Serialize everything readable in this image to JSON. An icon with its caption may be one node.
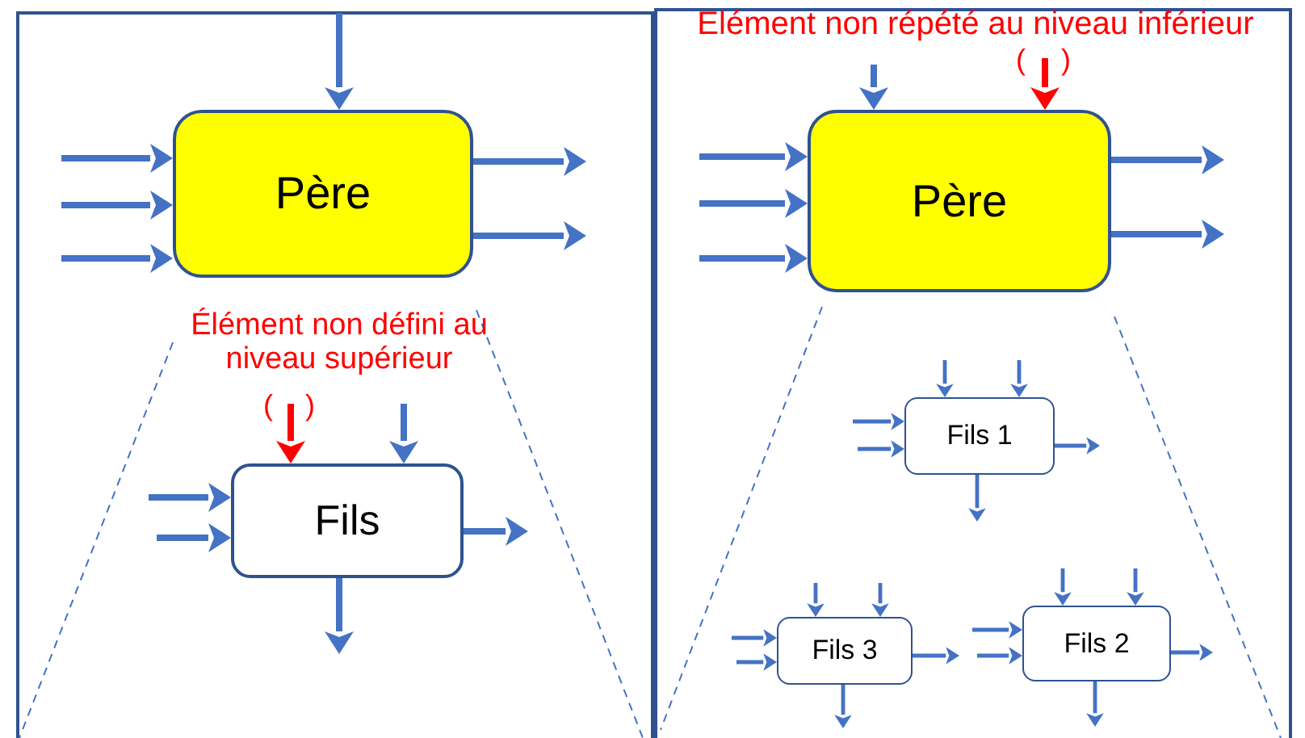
{
  "diagram": {
    "nodes": [
      {
        "text": [
          "Père"
        ]
      },
      {
        "text": [
          "Fils"
        ]
      },
      {
        "text": [
          "Père"
        ]
      },
      {
        "text": [
          "Fils 1"
        ]
      },
      {
        "text": [
          "Fils 3"
        ]
      },
      {
        "text": [
          "Fils 2"
        ]
      }
    ],
    "edges": [
      {
        "from": null,
        "to": 0,
        "arrow": "to"
      },
      {
        "from": null,
        "to": 0,
        "arrow": "to"
      },
      {
        "from": null,
        "to": 0,
        "arrow": "to"
      },
      {
        "from": null,
        "to": 0,
        "arrow": "to"
      },
      {
        "from": 0,
        "to": null,
        "arrow": "to"
      },
      {
        "from": 0,
        "to": null,
        "arrow": "to"
      },
      {
        "from": null,
        "to": 1,
        "arrow": "to",
        "color": "#ff0000"
      },
      {
        "from": null,
        "to": 1,
        "arrow": "to"
      },
      {
        "from": null,
        "to": 1,
        "arrow": "to"
      },
      {
        "from": null,
        "to": 1,
        "arrow": "to"
      },
      {
        "from": 1,
        "to": null,
        "arrow": "to"
      },
      {
        "from": 1,
        "to": null,
        "arrow": "to"
      },
      {
        "from": null,
        "to": 2,
        "arrow": "to"
      },
      {
        "from": null,
        "to": 2,
        "arrow": "to",
        "color": "#ff0000"
      },
      {
        "from": null,
        "to": 2,
        "arrow": "to"
      },
      {
        "from": null,
        "to": 2,
        "arrow": "to"
      },
      {
        "from": null,
        "to": 2,
        "arrow": "to"
      },
      {
        "from": 2,
        "to": null,
        "arrow": "to"
      },
      {
        "from": 2,
        "to": null,
        "arrow": "to"
      },
      {
        "from": null,
        "to": 3,
        "arrow": "to"
      },
      {
        "from": null,
        "to": 3,
        "arrow": "to"
      },
      {
        "from": null,
        "to": 3,
        "arrow": "to"
      },
      {
        "from": null,
        "to": 3,
        "arrow": "to"
      },
      {
        "from": 3,
        "to": null,
        "arrow": "to"
      },
      {
        "from": 3,
        "to": null,
        "arrow": "to"
      },
      {
        "from": null,
        "to": 4,
        "arrow": "to"
      },
      {
        "from": null,
        "to": 4,
        "arrow": "to"
      },
      {
        "from": null,
        "to": 4,
        "arrow": "to"
      },
      {
        "from": null,
        "to": 4,
        "arrow": "to"
      },
      {
        "from": 4,
        "to": null,
        "arrow": "to"
      },
      {
        "from": 4,
        "to": null,
        "arrow": "to"
      },
      {
        "from": null,
        "to": 5,
        "arrow": "to"
      },
      {
        "from": null,
        "to": 5,
        "arrow": "to"
      },
      {
        "from": null,
        "to": 5,
        "arrow": "to"
      },
      {
        "from": null,
        "to": 5,
        "arrow": "to"
      },
      {
        "from": 5,
        "to": null,
        "arrow": "to"
      },
      {
        "from": 5,
        "to": null,
        "arrow": "to"
      }
    ],
    "labels": [
      "Elément non répété au niveau inférieur",
      "(",
      ")",
      "Élément non défini au niveau supérieur",
      "(",
      ")"
    ]
  }
}
